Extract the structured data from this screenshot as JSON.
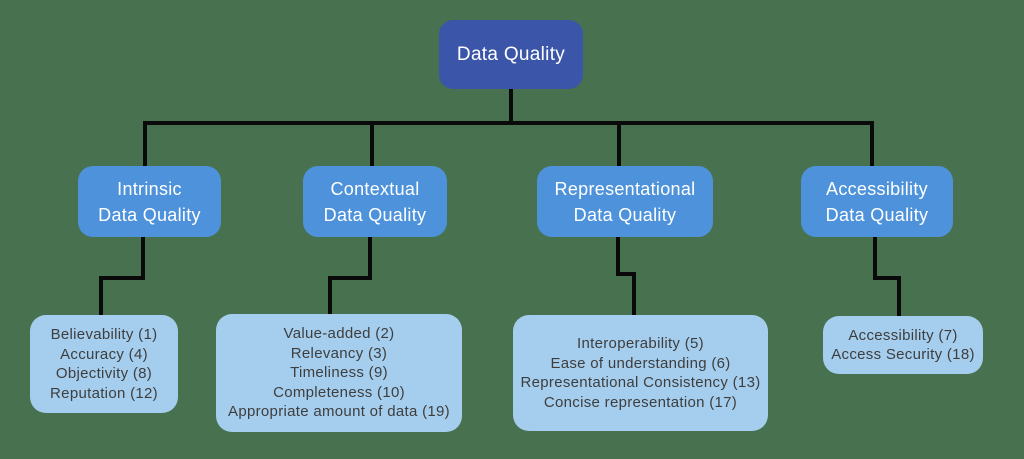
{
  "diagram_title": "Data Quality",
  "colors": {
    "background": "#48714F",
    "root_fill": "#3B56A8",
    "branch_fill": "#4D92DA",
    "leaf_fill": "#A5CEEE",
    "line": "#0A0A0A",
    "root_text": "#FFFFFF",
    "leaf_text": "#3E3E3E"
  },
  "root": {
    "label": "Data Quality"
  },
  "groups": [
    {
      "title_line1": "Intrinsic",
      "title_line2": "Data Quality",
      "items": [
        "Believability (1)",
        "Accuracy (4)",
        "Objectivity (8)",
        "Reputation (12)"
      ]
    },
    {
      "title_line1": "Contextual",
      "title_line2": "Data Quality",
      "items": [
        "Value-added (2)",
        "Relevancy (3)",
        "Timeliness (9)",
        "Completeness (10)",
        "Appropriate amount of data (19)"
      ]
    },
    {
      "title_line1": "Representational",
      "title_line2": "Data Quality",
      "items": [
        "Interoperability (5)",
        "Ease of understanding (6)",
        "Representational Consistency (13)",
        "Concise representation (17)"
      ]
    },
    {
      "title_line1": "Accessibility",
      "title_line2": "Data Quality",
      "items": [
        "Accessibility (7)",
        "Access Security (18)"
      ]
    }
  ]
}
